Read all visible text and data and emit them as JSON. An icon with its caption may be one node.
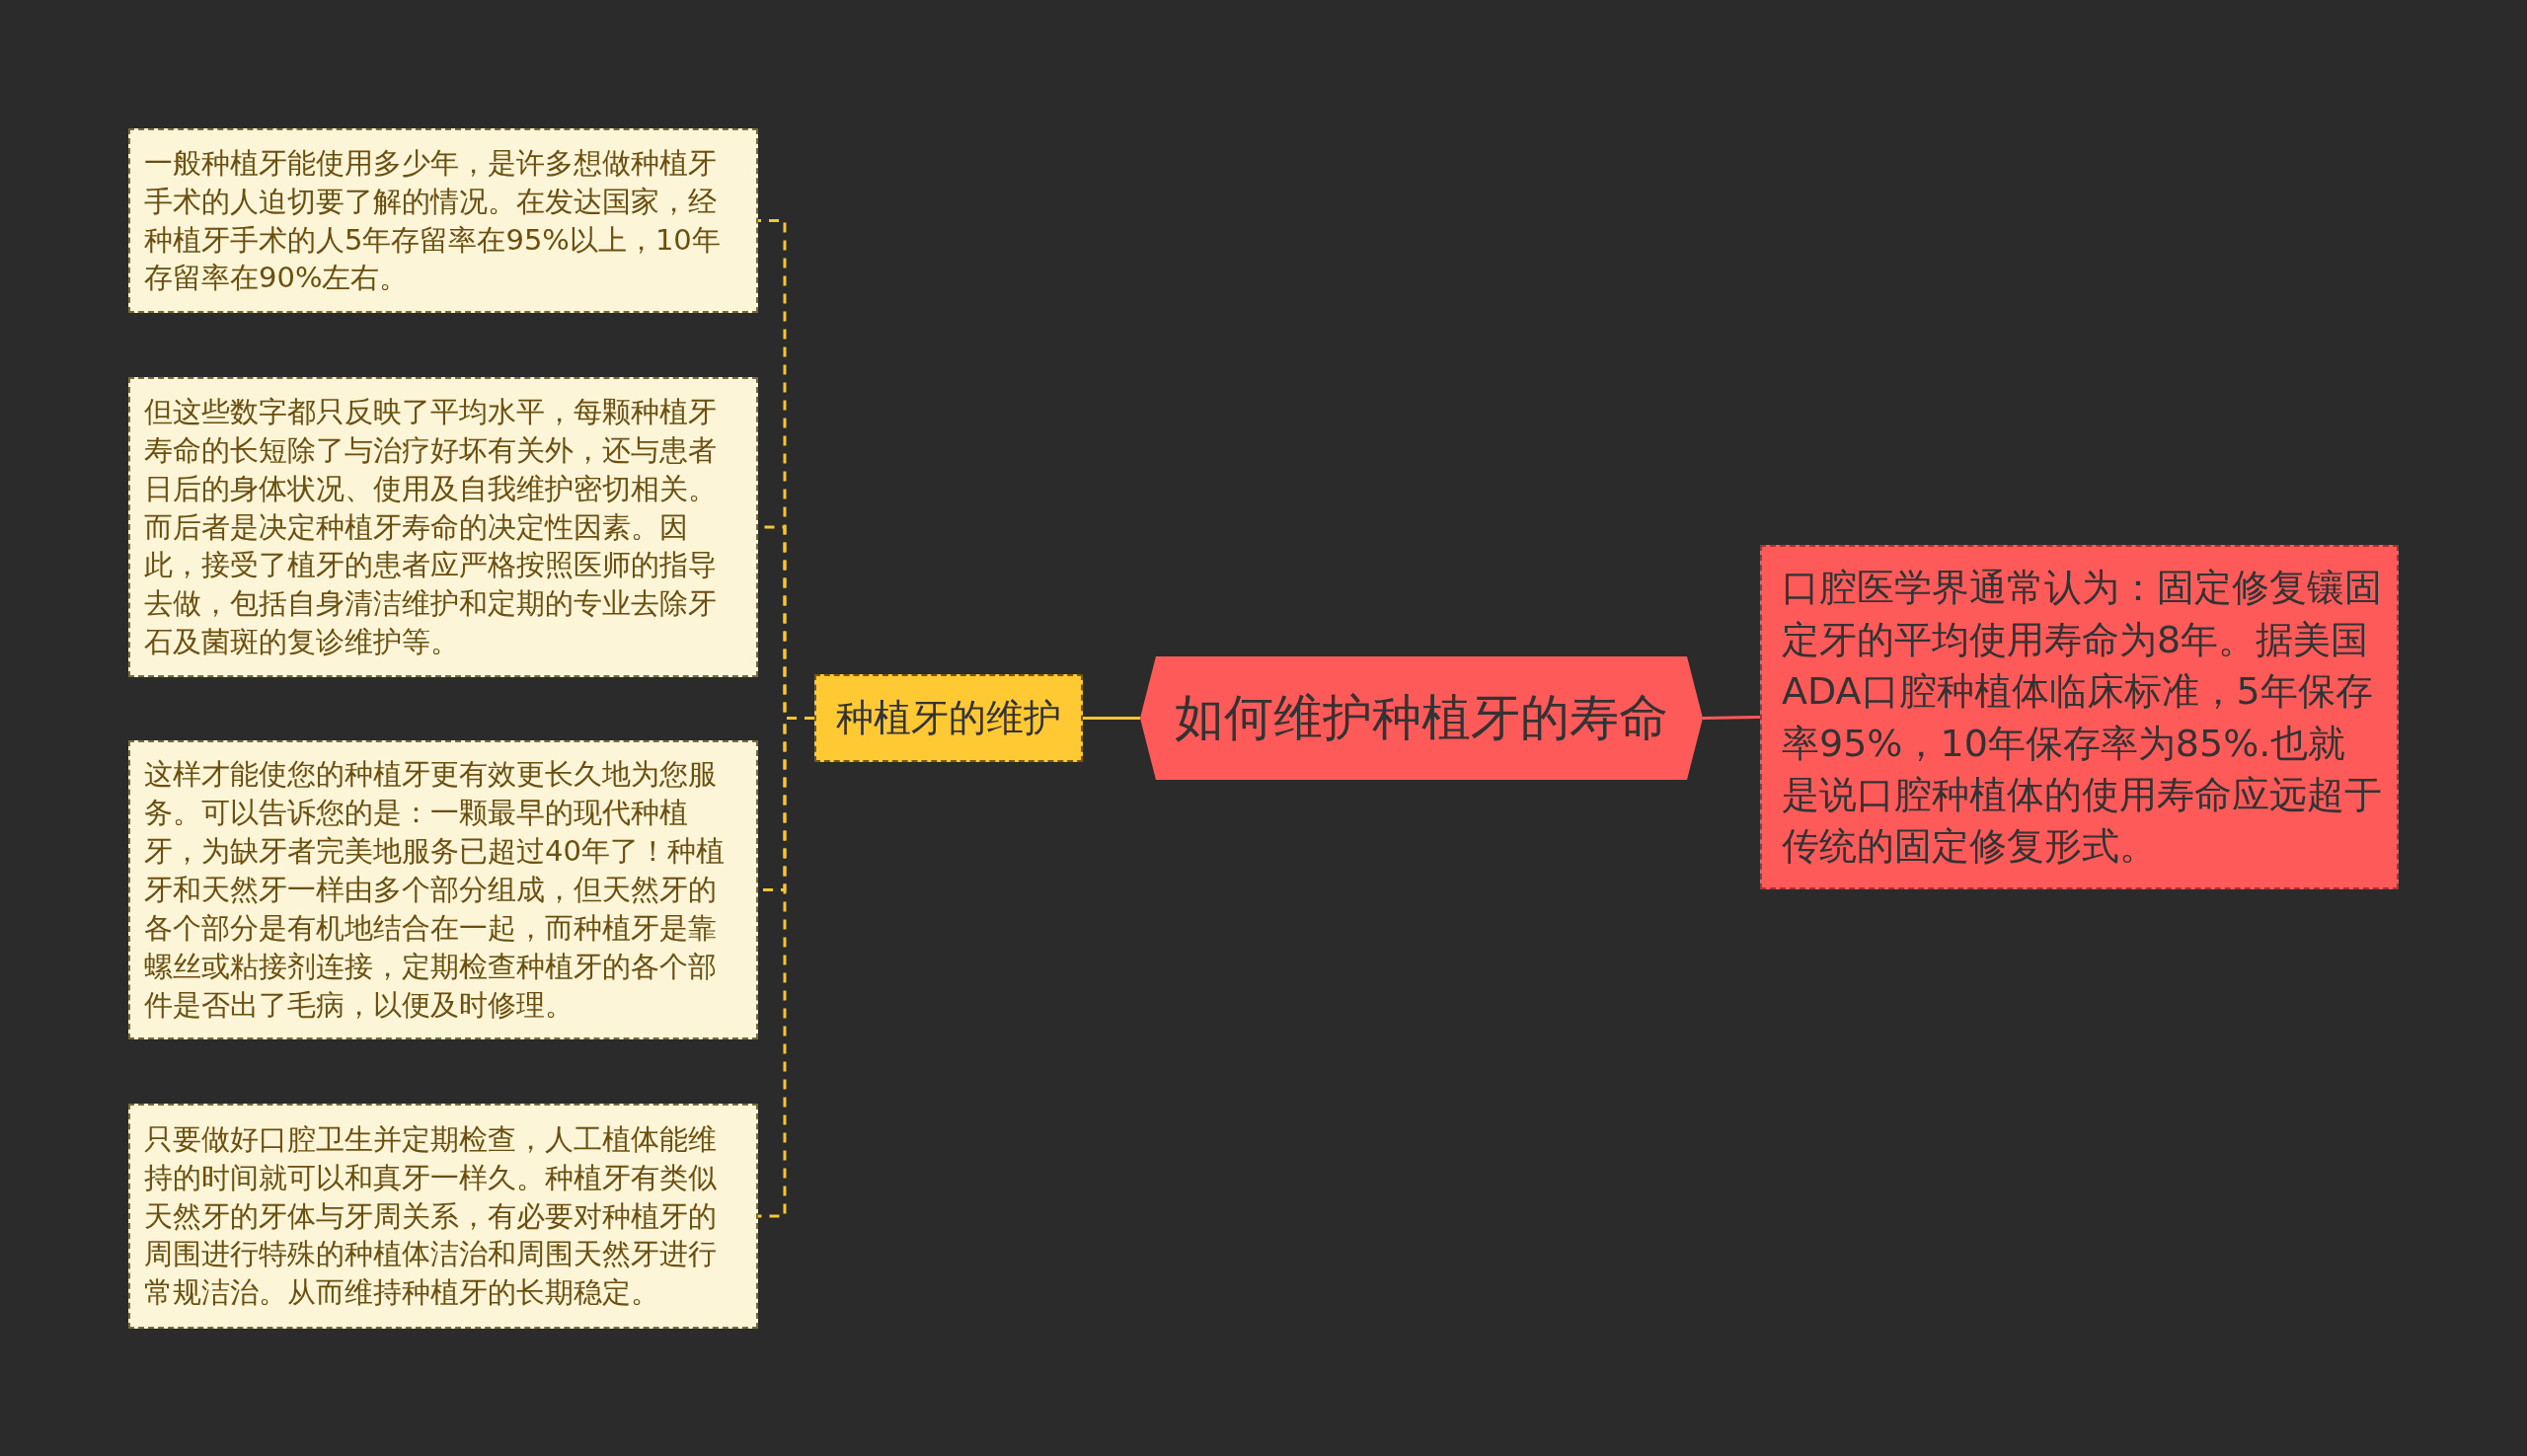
{
  "diagram": {
    "nodes": [
      {
        "text": [
          "如何维护种植牙的寿命"
        ]
      },
      {
        "text": [
          "种植牙的维护"
        ]
      },
      {
        "text": [
          "一般种植牙能使用多少年，是许多想做种植牙手术的人迫切要了解的情况。在发达国家，经种植牙手术的人5年存留率在95%以上，10年存留率在90%左右。"
        ]
      },
      {
        "text": [
          "但这些数字都只反映了平均水平，每颗种植牙寿命的长短除了与治疗好坏有关外，还与患者日后的身体状况、使用及自我维护密切相关。而后者是决定种植牙寿命的决定性因素。因此，接受了植牙的患者应严格按照医师的指导去做，包括自身清洁维护和定期的专业去除牙石及菌斑的复诊维护等。"
        ]
      },
      {
        "text": [
          "这样才能使您的种植牙更有效更长久地为您服务。可以告诉您的是：一颗最早的现代种植牙，为缺牙者完美地服务已超过40年了！种植牙和天然牙一样由多个部分组成，但天然牙的各个部分是有机地结合在一起，而种植牙是靠螺丝或粘接剂连接，定期检查种植牙的各个部件是否出了毛病，以便及时修理。"
        ]
      },
      {
        "text": [
          "只要做好口腔卫生并定期检查，人工植体能维持的时间就可以和真牙一样久。种植牙有类似天然牙的牙体与牙周关系，有必要对种植牙的周围进行特殊的种植体洁治和周围天然牙进行常规洁治。从而维持种植牙的长期稳定。"
        ]
      },
      {
        "text": [
          "口腔医学界通常认为：固定修复镶固定牙的平均使用寿命为8年。据美国ADA口腔种植体临床标准，5年保存率95%，10年保存率为85%.也就是说口腔种植体的使用寿命应远超于传统的固定修复形式。"
        ]
      }
    ],
    "edges": [
      {
        "from": 0,
        "to": 1,
        "arrow": "none"
      },
      {
        "from": 1,
        "to": 2,
        "arrow": "none",
        "style": "dashed"
      },
      {
        "from": 1,
        "to": 3,
        "arrow": "none",
        "style": "dashed"
      },
      {
        "from": 1,
        "to": 4,
        "arrow": "none",
        "style": "dashed"
      },
      {
        "from": 1,
        "to": 5,
        "arrow": "none",
        "style": "dashed"
      },
      {
        "from": 0,
        "to": 6,
        "arrow": "none",
        "color": "#ff5a5a"
      }
    ]
  }
}
